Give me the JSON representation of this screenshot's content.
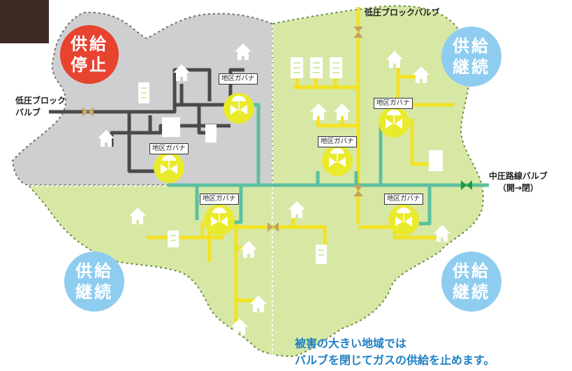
{
  "zones": {
    "stopped": {
      "line1": "供給",
      "line2": "停止",
      "color": "#e8432f"
    },
    "continue_top_right": {
      "line1": "供給",
      "line2": "継続",
      "color": "#8fcdf0"
    },
    "continue_bottom_left": {
      "line1": "供給",
      "line2": "継続",
      "color": "#8fcdf0"
    },
    "continue_bottom_right": {
      "line1": "供給",
      "line2": "継続",
      "color": "#8fcdf0"
    }
  },
  "governor_label": "地区ガバナ",
  "valves": {
    "low_pressure_top": "低圧ブロックバルブ",
    "low_pressure_left_line1": "低圧ブロック",
    "low_pressure_left_line2": "バルブ",
    "medium_pressure_line1": "中圧路線バルブ",
    "medium_pressure_line2": "（開→閉）"
  },
  "caption": {
    "line1": "被害の大きい地域では",
    "line2": "バルブを閉じてガスの供給を止めます。"
  },
  "colors": {
    "stopped_area": "#cfcfd1",
    "supply_area": "#d7e8a5",
    "medium_pipe": "#5cbfa0",
    "low_pipe_active": "#f2e221",
    "low_pipe_stopped": "#4a4a4a",
    "governor": "#eaea2c",
    "valve": "#c5a25e",
    "medium_valve": "#1e9a3c",
    "caption": "#1f7fc4"
  }
}
